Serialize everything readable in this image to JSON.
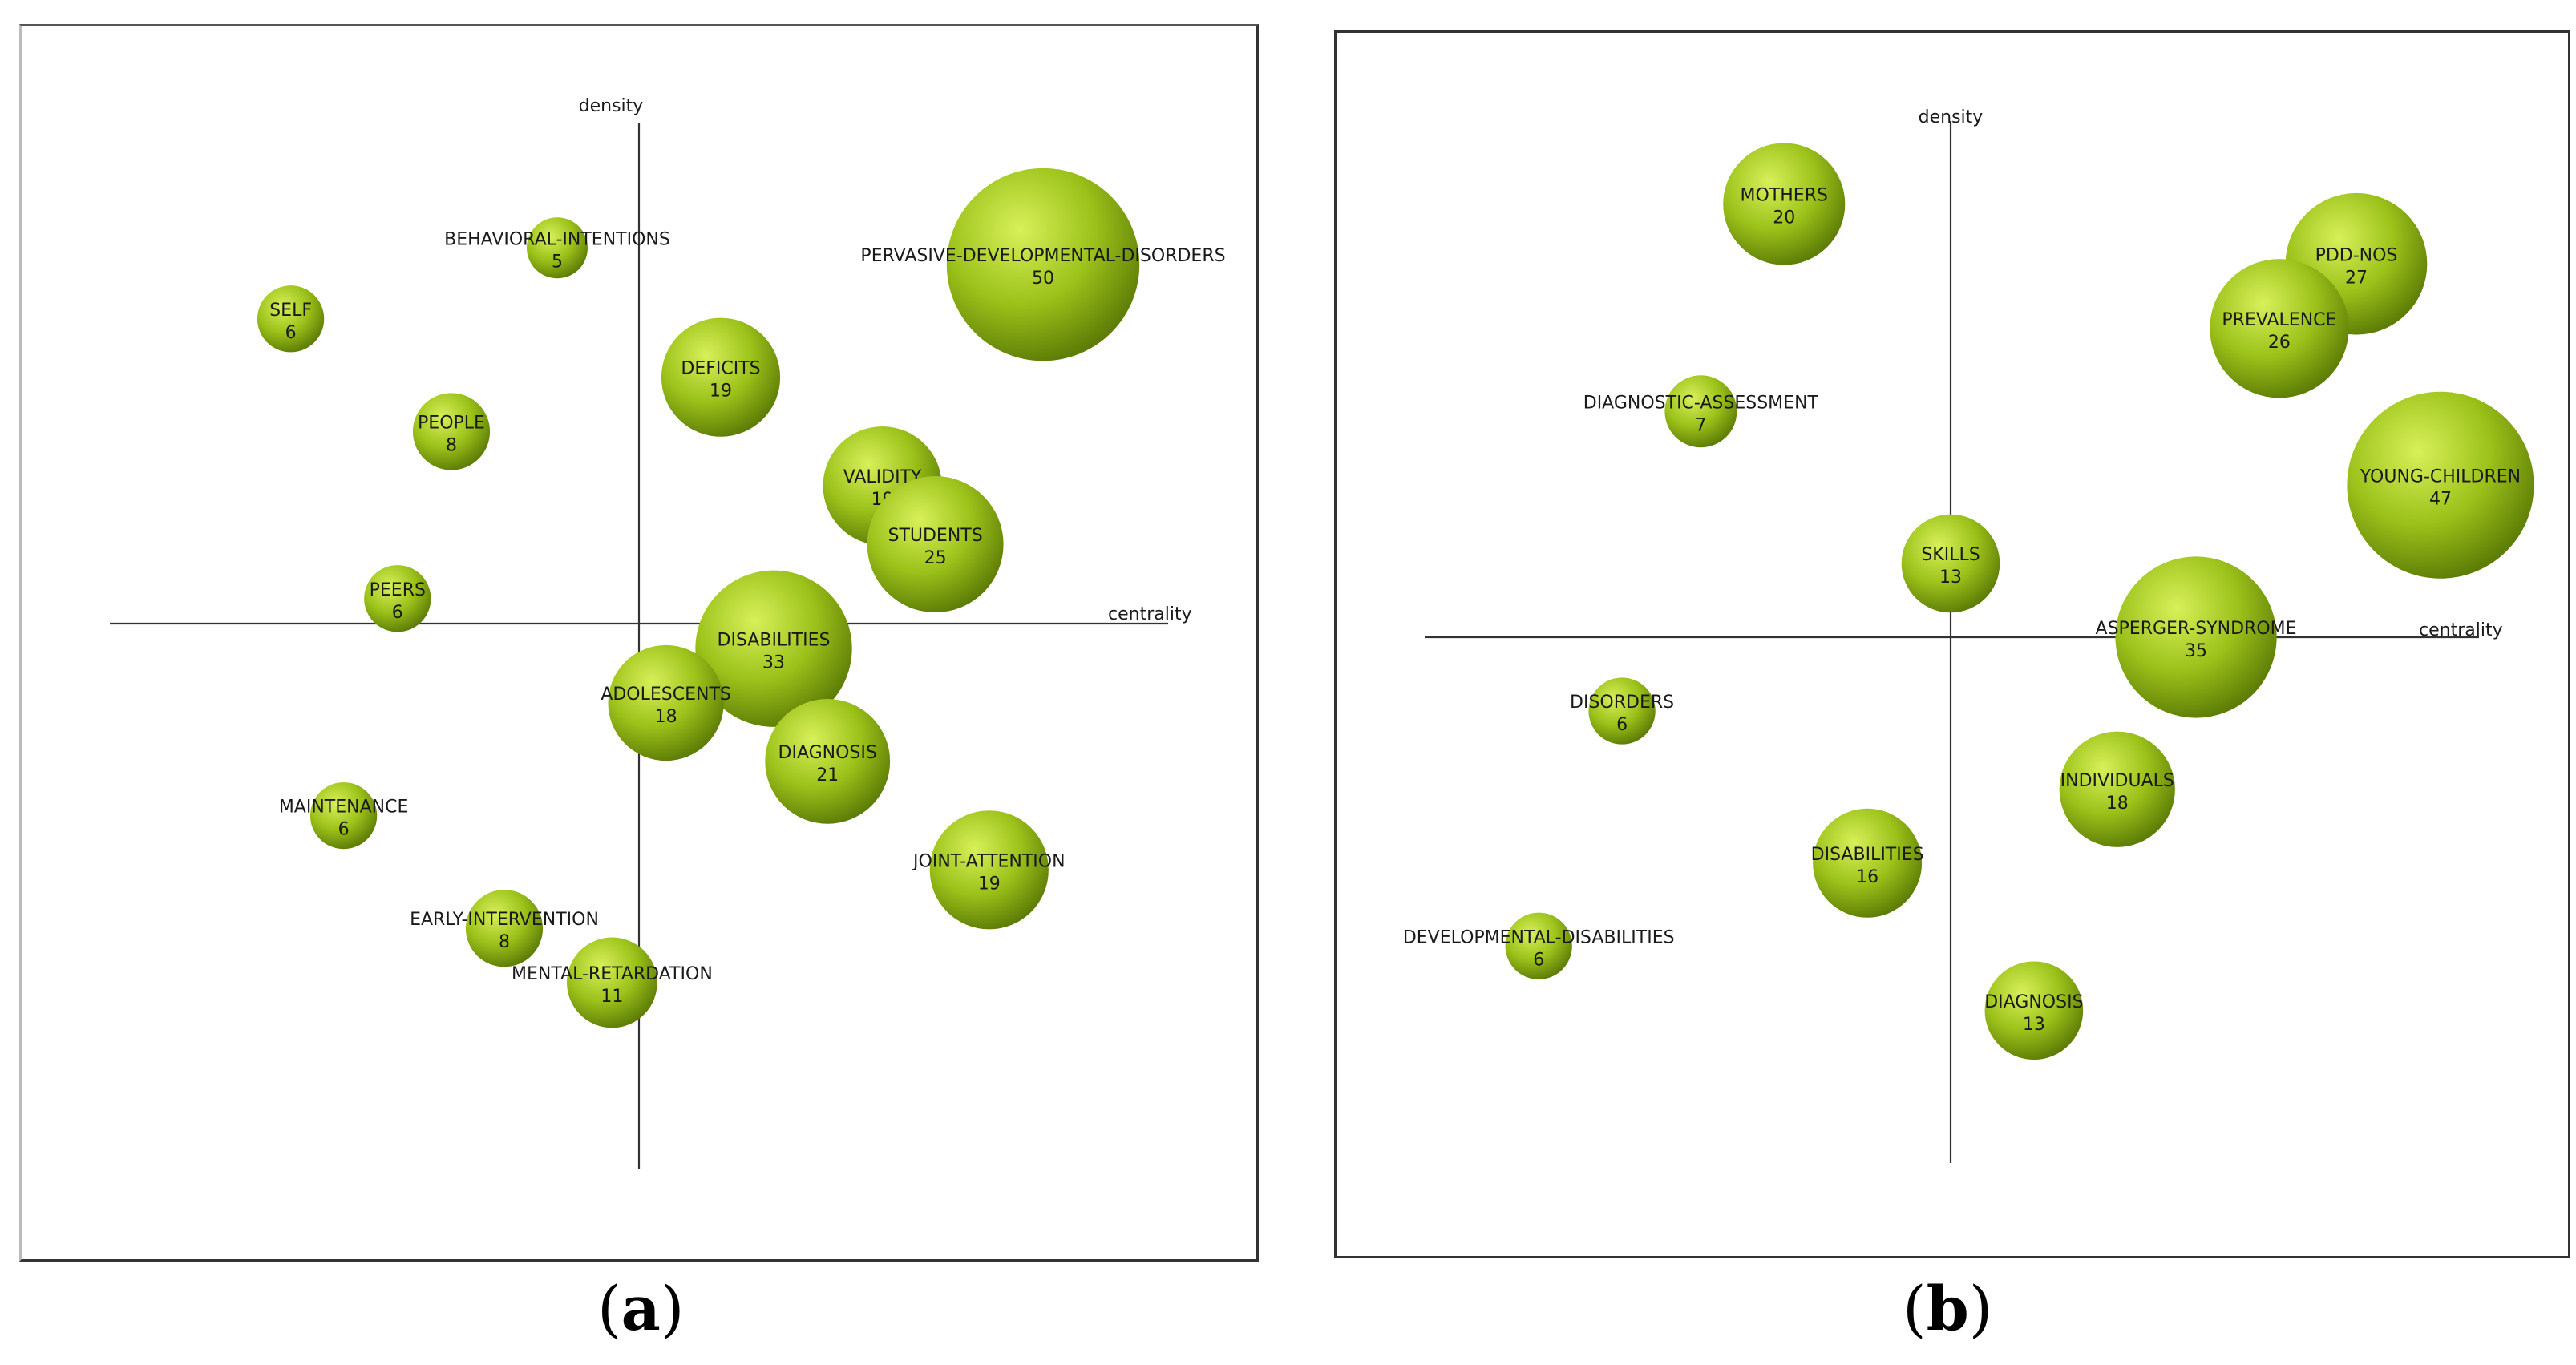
{
  "chart_data": [
    {
      "type": "scatter",
      "panel_label": "a",
      "xlabel": "centrality",
      "ylabel": "density",
      "points": [
        {
          "label": "BEHAVIORAL-INTENTIONS",
          "value": 5,
          "x": -0.85,
          "y": 0.9
        },
        {
          "label": "PERVASIVE-DEVELOPMENTAL-DISORDERS",
          "value": 50,
          "x": 4.2,
          "y": 0.86
        },
        {
          "label": "SELF",
          "value": 6,
          "x": -3.62,
          "y": 0.73
        },
        {
          "label": "DEFICITS",
          "value": 19,
          "x": 0.85,
          "y": 0.59
        },
        {
          "label": "PEOPLE",
          "value": 8,
          "x": -1.95,
          "y": 0.46
        },
        {
          "label": "VALIDITY",
          "value": 19,
          "x": 2.53,
          "y": 0.33
        },
        {
          "label": "STUDENTS",
          "value": 25,
          "x": 3.08,
          "y": 0.19
        },
        {
          "label": "PEERS",
          "value": 6,
          "x": -2.51,
          "y": 0.06
        },
        {
          "label": "DISABILITIES",
          "value": 33,
          "x": 1.4,
          "y": -0.06
        },
        {
          "label": "ADOLESCENTS",
          "value": 18,
          "x": 0.28,
          "y": -0.19
        },
        {
          "label": "DIAGNOSIS",
          "value": 21,
          "x": 1.96,
          "y": -0.33
        },
        {
          "label": "MAINTENANCE",
          "value": 6,
          "x": -3.07,
          "y": -0.46
        },
        {
          "label": "JOINT-ATTENTION",
          "value": 19,
          "x": 3.64,
          "y": -0.59
        },
        {
          "label": "EARLY-INTERVENTION",
          "value": 8,
          "x": -1.4,
          "y": -0.73
        },
        {
          "label": "MENTAL-RETARDATION",
          "value": 11,
          "x": -0.28,
          "y": -0.86
        }
      ]
    },
    {
      "type": "scatter",
      "panel_label": "b",
      "xlabel": "centrality",
      "ylabel": "density",
      "points": [
        {
          "label": "MOTHERS",
          "value": 20,
          "x": -1.86,
          "y": 0.94
        },
        {
          "label": "PDD-NOS",
          "value": 27,
          "x": 4.53,
          "y": 0.81
        },
        {
          "label": "PREVALENCE",
          "value": 26,
          "x": 3.67,
          "y": 0.67
        },
        {
          "label": "DIAGNOSTIC-ASSESSMENT",
          "value": 7,
          "x": -2.79,
          "y": 0.49
        },
        {
          "label": "YOUNG-CHILDREN",
          "value": 47,
          "x": 5.47,
          "y": 0.33
        },
        {
          "label": "SKILLS",
          "value": 13,
          "x": 0.0,
          "y": 0.16
        },
        {
          "label": "ASPERGER-SYNDROME",
          "value": 35,
          "x": 2.74,
          "y": 0.0
        },
        {
          "label": "DISORDERS",
          "value": 6,
          "x": -3.67,
          "y": -0.16
        },
        {
          "label": "INDIVIDUALS",
          "value": 18,
          "x": 1.86,
          "y": -0.33
        },
        {
          "label": "DISABILITIES",
          "value": 16,
          "x": -0.93,
          "y": -0.49
        },
        {
          "label": "DEVELOPMENTAL-DISABILITIES",
          "value": 6,
          "x": -4.6,
          "y": -0.67
        },
        {
          "label": "DIAGNOSIS",
          "value": 13,
          "x": 0.93,
          "y": -0.81
        }
      ]
    }
  ],
  "colors": {
    "bubble_light": "#d8f05a",
    "bubble_mid": "#9cc21a",
    "bubble_dark": "#5e7d06",
    "axis": "#333333"
  }
}
